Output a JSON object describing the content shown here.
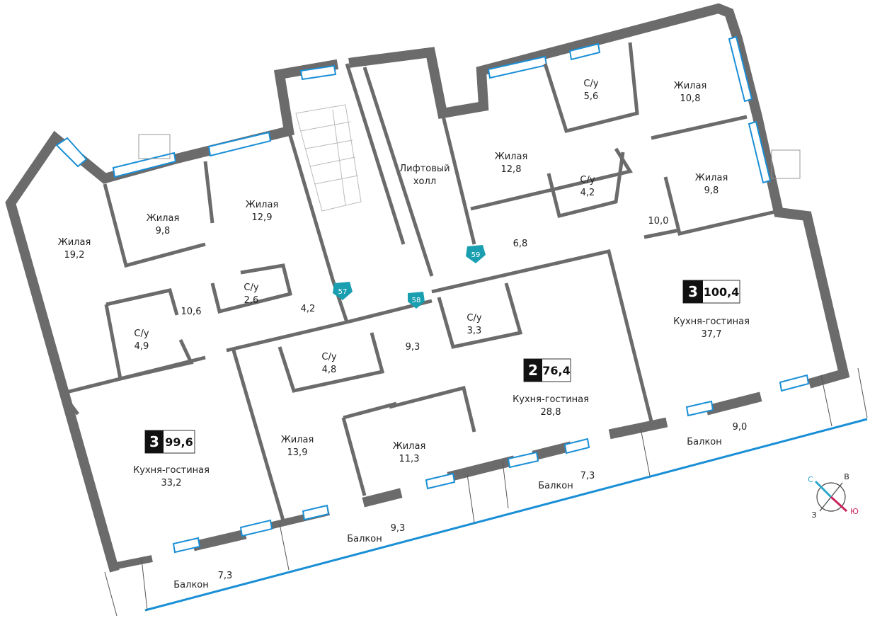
{
  "rooms": [
    {
      "name": "Жилая",
      "area": "19,2"
    },
    {
      "name": "Жилая",
      "area": "9,8"
    },
    {
      "name": "Жилая",
      "area": "12,9"
    },
    {
      "name": "С/у",
      "area": "2,6"
    },
    {
      "name": "С/у",
      "area": "4,9"
    },
    {
      "name": "С/у",
      "area": "4,8"
    },
    {
      "name": "С/у",
      "area": "3,3"
    },
    {
      "name": "Жилая",
      "area": "12,8"
    },
    {
      "name": "С/у",
      "area": "5,6"
    },
    {
      "name": "Жилая",
      "area": "10,8"
    },
    {
      "name": "С/у",
      "area": "4,2"
    },
    {
      "name": "Жилая",
      "area": "9,8"
    },
    {
      "name": "Жилая",
      "area": "13,9"
    },
    {
      "name": "Жилая",
      "area": "11,3"
    },
    {
      "name": "Кухня-гостиная",
      "area": "37,7"
    },
    {
      "name": "Кухня-гостиная",
      "area": "28,8"
    },
    {
      "name": "Кухня-гостиная",
      "area": "33,2"
    }
  ],
  "corridors": [
    "10,6",
    "4,2",
    "9,3",
    "6,8",
    "10,0"
  ],
  "lift_hall": {
    "line1": "Лифтовый",
    "line2": "холл"
  },
  "balconies": [
    {
      "name": "Балкон",
      "area": "9,0"
    },
    {
      "name": "Балкон",
      "area": "7,3"
    },
    {
      "name": "Балкон",
      "area": "9,3"
    },
    {
      "name": "Балкон",
      "area": "7,3"
    }
  ],
  "apartments": [
    {
      "rooms": "3",
      "area": "100,4"
    },
    {
      "rooms": "2",
      "area": "76,4"
    },
    {
      "rooms": "3",
      "area": "99,6"
    }
  ],
  "markers": [
    "57",
    "58",
    "59"
  ],
  "compass": {
    "north": "С",
    "east": "В",
    "south": "Ю",
    "west": "З"
  },
  "colors": {
    "wall": "#6b6b6b",
    "window": "#1a8fd6",
    "marker": "#1a9fb0",
    "north": "#2aa6c8",
    "south": "#c8245a"
  }
}
